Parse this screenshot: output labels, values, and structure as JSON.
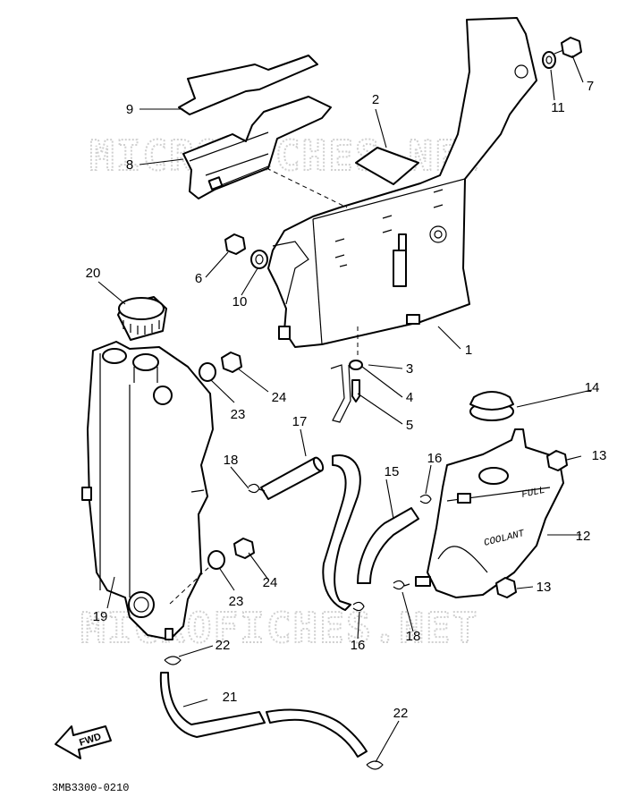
{
  "watermark": {
    "top": "MICROFICHES.NET",
    "bottom": "MICROFICHES.NET"
  },
  "diagram_code": "3MB3300-0210",
  "fwd_arrow_label": "FWD",
  "reservoir_text": {
    "full": "FULL",
    "coolant": "COOLANT"
  },
  "cap_text": "",
  "callouts": {
    "c1": "1",
    "c2": "2",
    "c3": "3",
    "c4": "4",
    "c5": "5",
    "c6": "6",
    "c7": "7",
    "c8": "8",
    "c9": "9",
    "c10": "10",
    "c11": "11",
    "c12": "12",
    "c13a": "13",
    "c13b": "13",
    "c14": "14",
    "c15": "15",
    "c16a": "16",
    "c16b": "16",
    "c17": "17",
    "c18a": "18",
    "c18b": "18",
    "c19": "19",
    "c20": "20",
    "c21": "21",
    "c22a": "22",
    "c22b": "22",
    "c23a": "23",
    "c23b": "23",
    "c24a": "24",
    "c24b": "24"
  }
}
